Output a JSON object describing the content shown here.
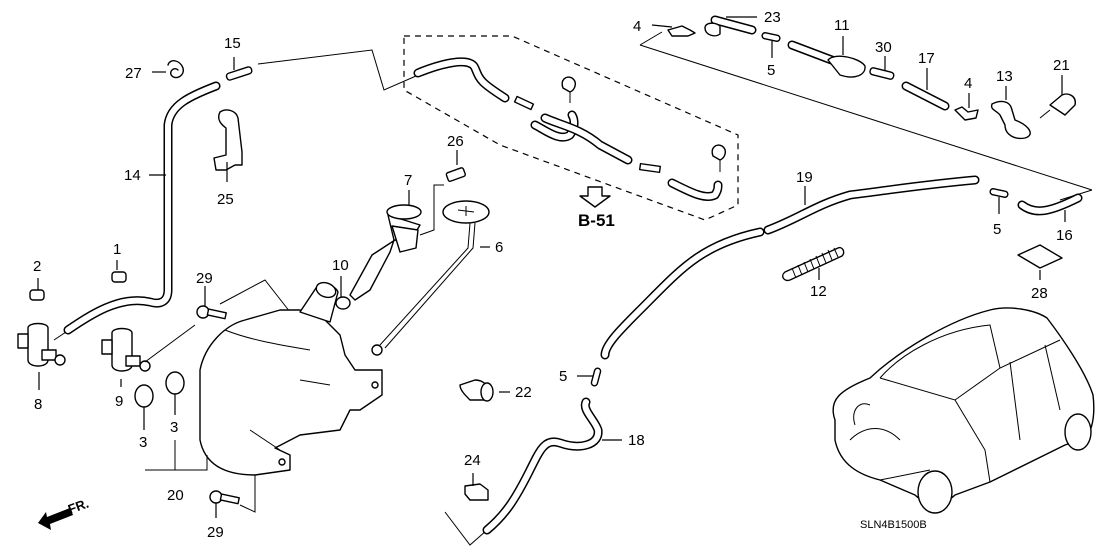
{
  "diagram": {
    "title": "Windshield washer system parts diagram",
    "diagram_code": "SLN4B1500B",
    "direction_indicator": "FR.",
    "reference": {
      "label": "B-51",
      "arrow": "down-arrow-icon"
    },
    "callouts": [
      {
        "id": "1",
        "label": "1",
        "part": "cap"
      },
      {
        "id": "2",
        "label": "2",
        "part": "cap"
      },
      {
        "id": "3a",
        "label": "3",
        "part": "grommet"
      },
      {
        "id": "3b",
        "label": "3",
        "part": "grommet"
      },
      {
        "id": "4a",
        "label": "4",
        "part": "elbow-joint"
      },
      {
        "id": "4b",
        "label": "4",
        "part": "elbow-joint"
      },
      {
        "id": "5a",
        "label": "5",
        "part": "check-valve"
      },
      {
        "id": "5b",
        "label": "5",
        "part": "check-valve"
      },
      {
        "id": "5c",
        "label": "5",
        "part": "check-valve"
      },
      {
        "id": "6",
        "label": "6",
        "part": "level-gauge-cap"
      },
      {
        "id": "7",
        "label": "7",
        "part": "filler-mouth"
      },
      {
        "id": "8",
        "label": "8",
        "part": "washer-motor"
      },
      {
        "id": "9",
        "label": "9",
        "part": "washer-motor"
      },
      {
        "id": "10",
        "label": "10",
        "part": "seal-ring"
      },
      {
        "id": "11",
        "label": "11",
        "part": "grommet-tube"
      },
      {
        "id": "12",
        "label": "12",
        "part": "protector-spring"
      },
      {
        "id": "13",
        "label": "13",
        "part": "joint"
      },
      {
        "id": "14",
        "label": "14",
        "part": "tube"
      },
      {
        "id": "15",
        "label": "15",
        "part": "joint"
      },
      {
        "id": "16",
        "label": "16",
        "part": "tube"
      },
      {
        "id": "17",
        "label": "17",
        "part": "tube"
      },
      {
        "id": "18",
        "label": "18",
        "part": "tube"
      },
      {
        "id": "19",
        "label": "19",
        "part": "tube"
      },
      {
        "id": "20",
        "label": "20",
        "part": "washer-tank-assembly"
      },
      {
        "id": "21",
        "label": "21",
        "part": "rear-nozzle"
      },
      {
        "id": "22",
        "label": "22",
        "part": "fixing-clip"
      },
      {
        "id": "23",
        "label": "23",
        "part": "hose-joint"
      },
      {
        "id": "24",
        "label": "24",
        "part": "clamp"
      },
      {
        "id": "25",
        "label": "25",
        "part": "holder"
      },
      {
        "id": "26",
        "label": "26",
        "part": "clip"
      },
      {
        "id": "27",
        "label": "27",
        "part": "clip"
      },
      {
        "id": "28",
        "label": "28",
        "part": "tape"
      },
      {
        "id": "29a",
        "label": "29",
        "part": "bolt"
      },
      {
        "id": "29b",
        "label": "29",
        "part": "bolt"
      },
      {
        "id": "30",
        "label": "30",
        "part": "check-valve"
      }
    ]
  }
}
